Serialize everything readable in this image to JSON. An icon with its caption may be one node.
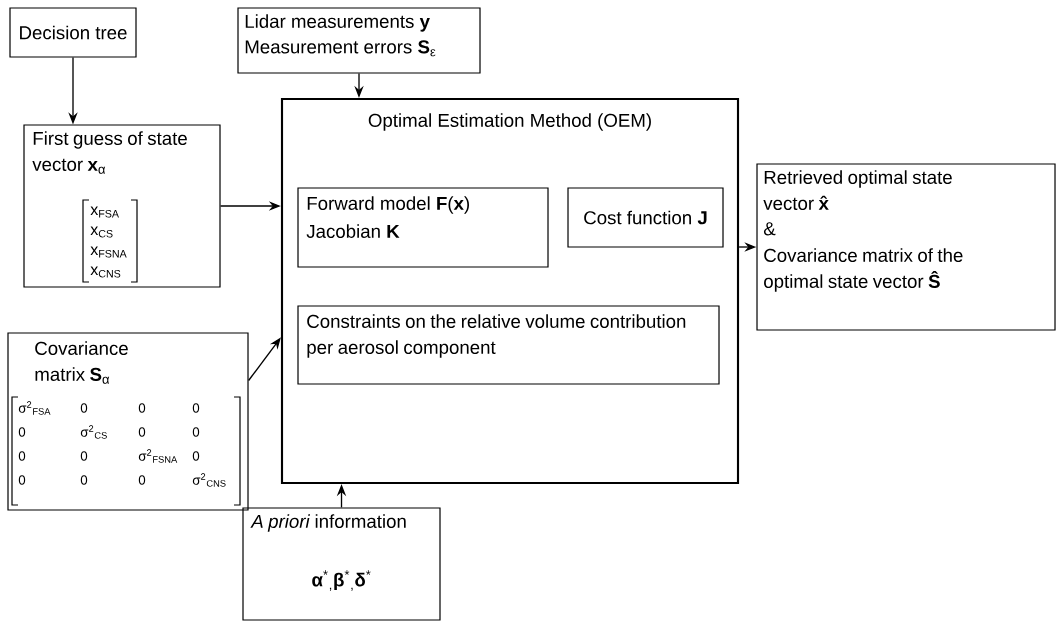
{
  "diagram": {
    "nodes": [
      {
        "text": [
          "Decision tree"
        ]
      },
      {
        "text": [
          "First guess of state vector **x**$_{α}$",
          "x$_{FSA}$",
          "x$_{CS}$",
          "x$_{FSNA}$",
          "x$_{CNS}$"
        ]
      },
      {
        "text": [
          "Lidar measurements **y**",
          "Measurement errors **S**$_{ε}$"
        ]
      },
      {
        "text": [
          "Optimal Estimation Method (OEM)"
        ]
      },
      {
        "text": [
          "Forward model **F**(**x**)",
          "Jacobian **K**"
        ],
        "in": 3
      },
      {
        "text": [
          "Cost function **J**"
        ],
        "in": 3
      },
      {
        "text": [
          "Constraints on the relative volume contribution per aerosol component"
        ],
        "in": 3
      },
      {
        "text": [
          "Covariance matrix **S**$_{α}$",
          "σ$^{2}$$_{FSA}$",
          "0",
          "0",
          "0",
          "0",
          "σ$^{2}$$_{CS}$",
          "0",
          "0",
          "0",
          "0",
          "σ$^{2}$$_{FSNA}$",
          "0",
          "0",
          "0",
          "0",
          "σ$^{2}$$_{CNS}$"
        ]
      },
      {
        "text": [
          "*A priori* information",
          "**α**$^{*}$$_{,}$**β**$^{*}$$_{,}$**δ**$^{*}$"
        ]
      },
      {
        "text": [
          "Retrieved optimal state vector **x̂**",
          "&",
          "Covariance matrix of the optimal state vector **Ŝ**"
        ]
      }
    ],
    "edges": [
      {
        "from": 0,
        "to": 1,
        "arrow": "to"
      },
      {
        "from": 2,
        "to": 3,
        "arrow": "to"
      },
      {
        "from": 1,
        "to": 3,
        "arrow": "to"
      },
      {
        "from": 7,
        "to": 3,
        "arrow": "to"
      },
      {
        "from": 8,
        "to": 3,
        "arrow": "to"
      },
      {
        "from": 3,
        "to": 9,
        "arrow": "to"
      }
    ]
  }
}
